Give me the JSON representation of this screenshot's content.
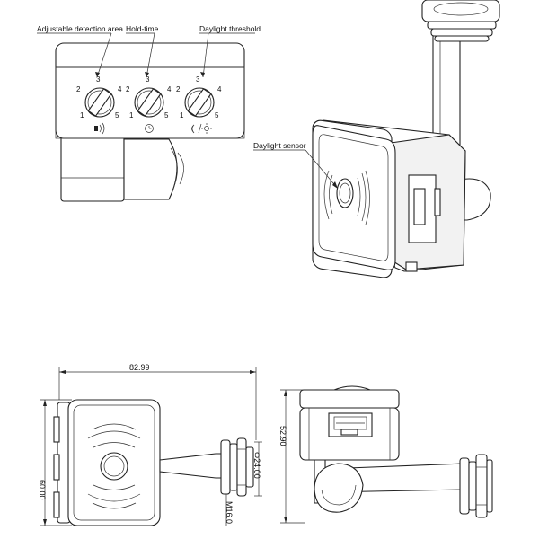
{
  "labels": {
    "adjustable_detection_area": "Adjustable detection area",
    "hold_time": "Hold-time",
    "daylight_threshold": "Daylight threshold",
    "daylight_sensor": "Daylight sensor"
  },
  "knob_scale": [
    "1",
    "2",
    "3",
    "4",
    "5"
  ],
  "dimensions": {
    "width": "82.99",
    "height_front": "60.00",
    "diameter": "Φ24.00",
    "thread": "M16.0",
    "height_side": "52.90"
  },
  "colors": {
    "line": "#222222",
    "background": "#ffffff"
  }
}
